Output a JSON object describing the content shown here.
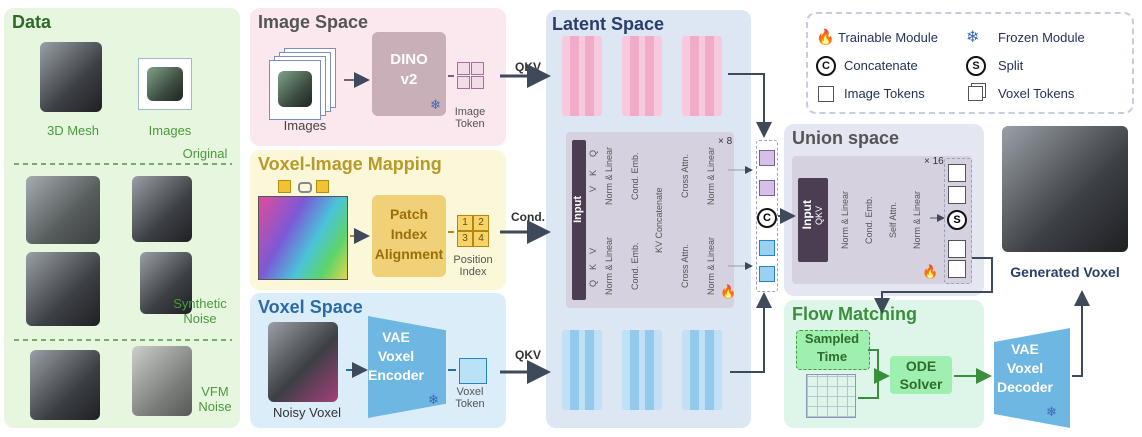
{
  "data_panel": {
    "title": "Data",
    "mesh_label": "3D Mesh",
    "images_label": "Images",
    "original_label": "Original",
    "synthetic_label": "Synthetic\nNoise",
    "vfm_label": "VFM\nNoise"
  },
  "image_space": {
    "title": "Image Space",
    "images_label": "Images",
    "dino_label": "DINO\nv2",
    "token_label": "Image\nToken",
    "qkv": "QKV"
  },
  "mapping": {
    "title": "Voxel-Image Mapping",
    "align_label": "Patch\nIndex\nAlignment",
    "pos_cells": [
      "1",
      "2",
      "3",
      "4"
    ],
    "pos_label": "Position\nIndex",
    "cond": "Cond."
  },
  "voxel_space": {
    "title": "Voxel Space",
    "noisy_label": "Noisy Voxel",
    "encoder_label": "VAE\nVoxel\nEncoder",
    "token_label": "Voxel\nToken",
    "qkv": "QKV"
  },
  "latent": {
    "title": "Latent Space",
    "multiplier": "× 8",
    "input_label": "Input",
    "top_row": [
      "Q",
      "K",
      "V"
    ],
    "bottom_row": [
      "Q",
      "K",
      "V"
    ],
    "layers_top": [
      "Norm & Linear",
      "Cond. Emb.",
      "KV Concatenate",
      "Cross Attn.",
      "Norm & Linear"
    ],
    "layers_bottom": [
      "Norm & Linear",
      "Cond. Emb.",
      "Cross Attn.",
      "Norm & Linear"
    ]
  },
  "legend": {
    "trainable": "Trainable Module",
    "frozen": "Frozen Module",
    "concat": "Concatenate",
    "split": "Split",
    "image_tokens": "Image Tokens",
    "voxel_tokens": "Voxel Tokens"
  },
  "union": {
    "title": "Union space",
    "multiplier": "× 16",
    "input_label": "Input",
    "qkv": "QKV",
    "layers": [
      "Norm & Linear",
      "Cond. Emb.",
      "Self Attn.",
      "Norm & Linear"
    ]
  },
  "flow": {
    "title": "Flow Matching",
    "sampled_time": "Sampled\nTime",
    "ode": "ODE\nSolver"
  },
  "decoder": {
    "label": "VAE\nVoxel\nDecoder"
  },
  "output": {
    "label": "Generated Voxel"
  },
  "colors": {
    "data_bg": "#e6f6df",
    "image_bg": "#fbe8ef",
    "mapping_bg": "#fbf8d9",
    "voxel_bg": "#dcedfa",
    "latent_bg": "#dde6f3",
    "union_bg": "#e4e7f2",
    "flow_bg": "#def6ea",
    "accent_green": "#4a9a3e",
    "accent_pink": "#f2b8cf",
    "accent_blue": "#7cc0e8",
    "dark_input": "#4b3d52"
  },
  "symbols": {
    "fire": "🔥",
    "snow": "❄",
    "concat": "C",
    "split": "S"
  }
}
